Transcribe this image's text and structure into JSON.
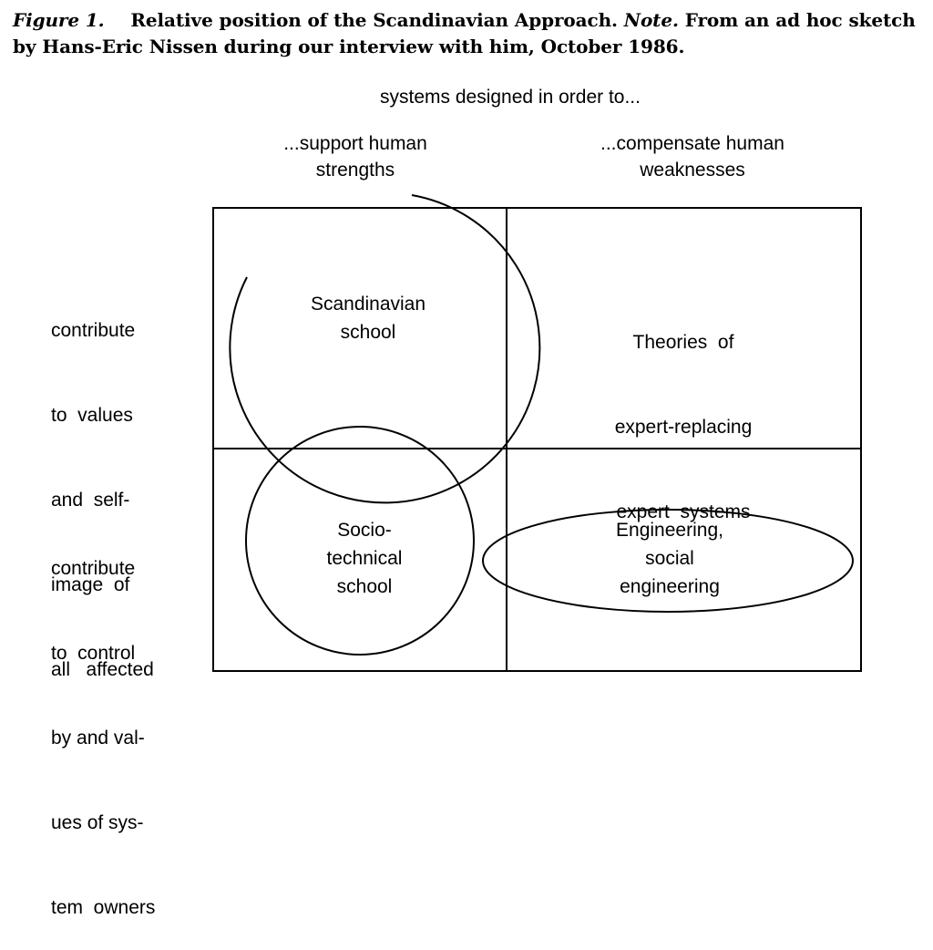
{
  "caption": {
    "label": "Figure 1.",
    "text1": "Relative position of the Scandinavian Approach.",
    "note_label": "Note.",
    "text2": "From an ad hoc sketch by Hans-Eric Nissen during our interview with him, October 1986."
  },
  "diagram": {
    "top_heading": "systems designed in order to...",
    "columns": [
      {
        "line1": "...support human",
        "line2": "strengths"
      },
      {
        "line1": "...compensate human",
        "line2": "weaknesses"
      }
    ],
    "rows": [
      {
        "lines": [
          "contribute",
          "to  values",
          "and  self-",
          "image  of",
          "all   affected"
        ]
      },
      {
        "lines": [
          "contribute",
          "to  control",
          "by and val-",
          "ues of sys-",
          "tem  owners"
        ]
      }
    ],
    "regions": {
      "scandinavian": {
        "line1": "Scandinavian",
        "line2": "school"
      },
      "expert": {
        "line1": "Theories  of",
        "line2": "expert-replacing",
        "line3": "expert  systems"
      },
      "sociotechnical": {
        "line1": "Socio-",
        "line2": "technical",
        "line3": "school"
      },
      "engineering": {
        "line1": "Engineering,",
        "line2": "social",
        "line3": "engineering"
      }
    }
  }
}
